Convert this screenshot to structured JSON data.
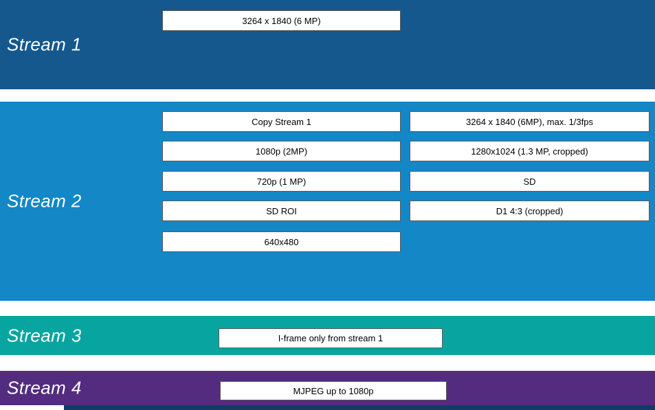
{
  "streams": [
    {
      "label": "Stream 1",
      "color": "#14588E",
      "options": [
        "3264 x 1840 (6 MP)"
      ]
    },
    {
      "label": "Stream 2",
      "color": "#1487C6",
      "options_left": [
        "Copy Stream 1",
        "1080p (2MP)",
        "720p (1 MP)",
        "SD ROI",
        "640x480"
      ],
      "options_right": [
        "3264 x 1840 (6MP), max. 1/3fps",
        "1280x1024 (1.3 MP, cropped)",
        "SD",
        "D1 4:3 (cropped)"
      ]
    },
    {
      "label": "Stream 3",
      "color": "#08A5A0",
      "options": [
        "I-frame only from stream 1"
      ]
    },
    {
      "label": "Stream 4",
      "color": "#532C80",
      "options": [
        "MJPEG up to 1080p"
      ]
    }
  ],
  "colors": {
    "bottom_bar": "#123C66",
    "box_border": "#5A5A5A",
    "box_background": "#FFFFFF"
  }
}
